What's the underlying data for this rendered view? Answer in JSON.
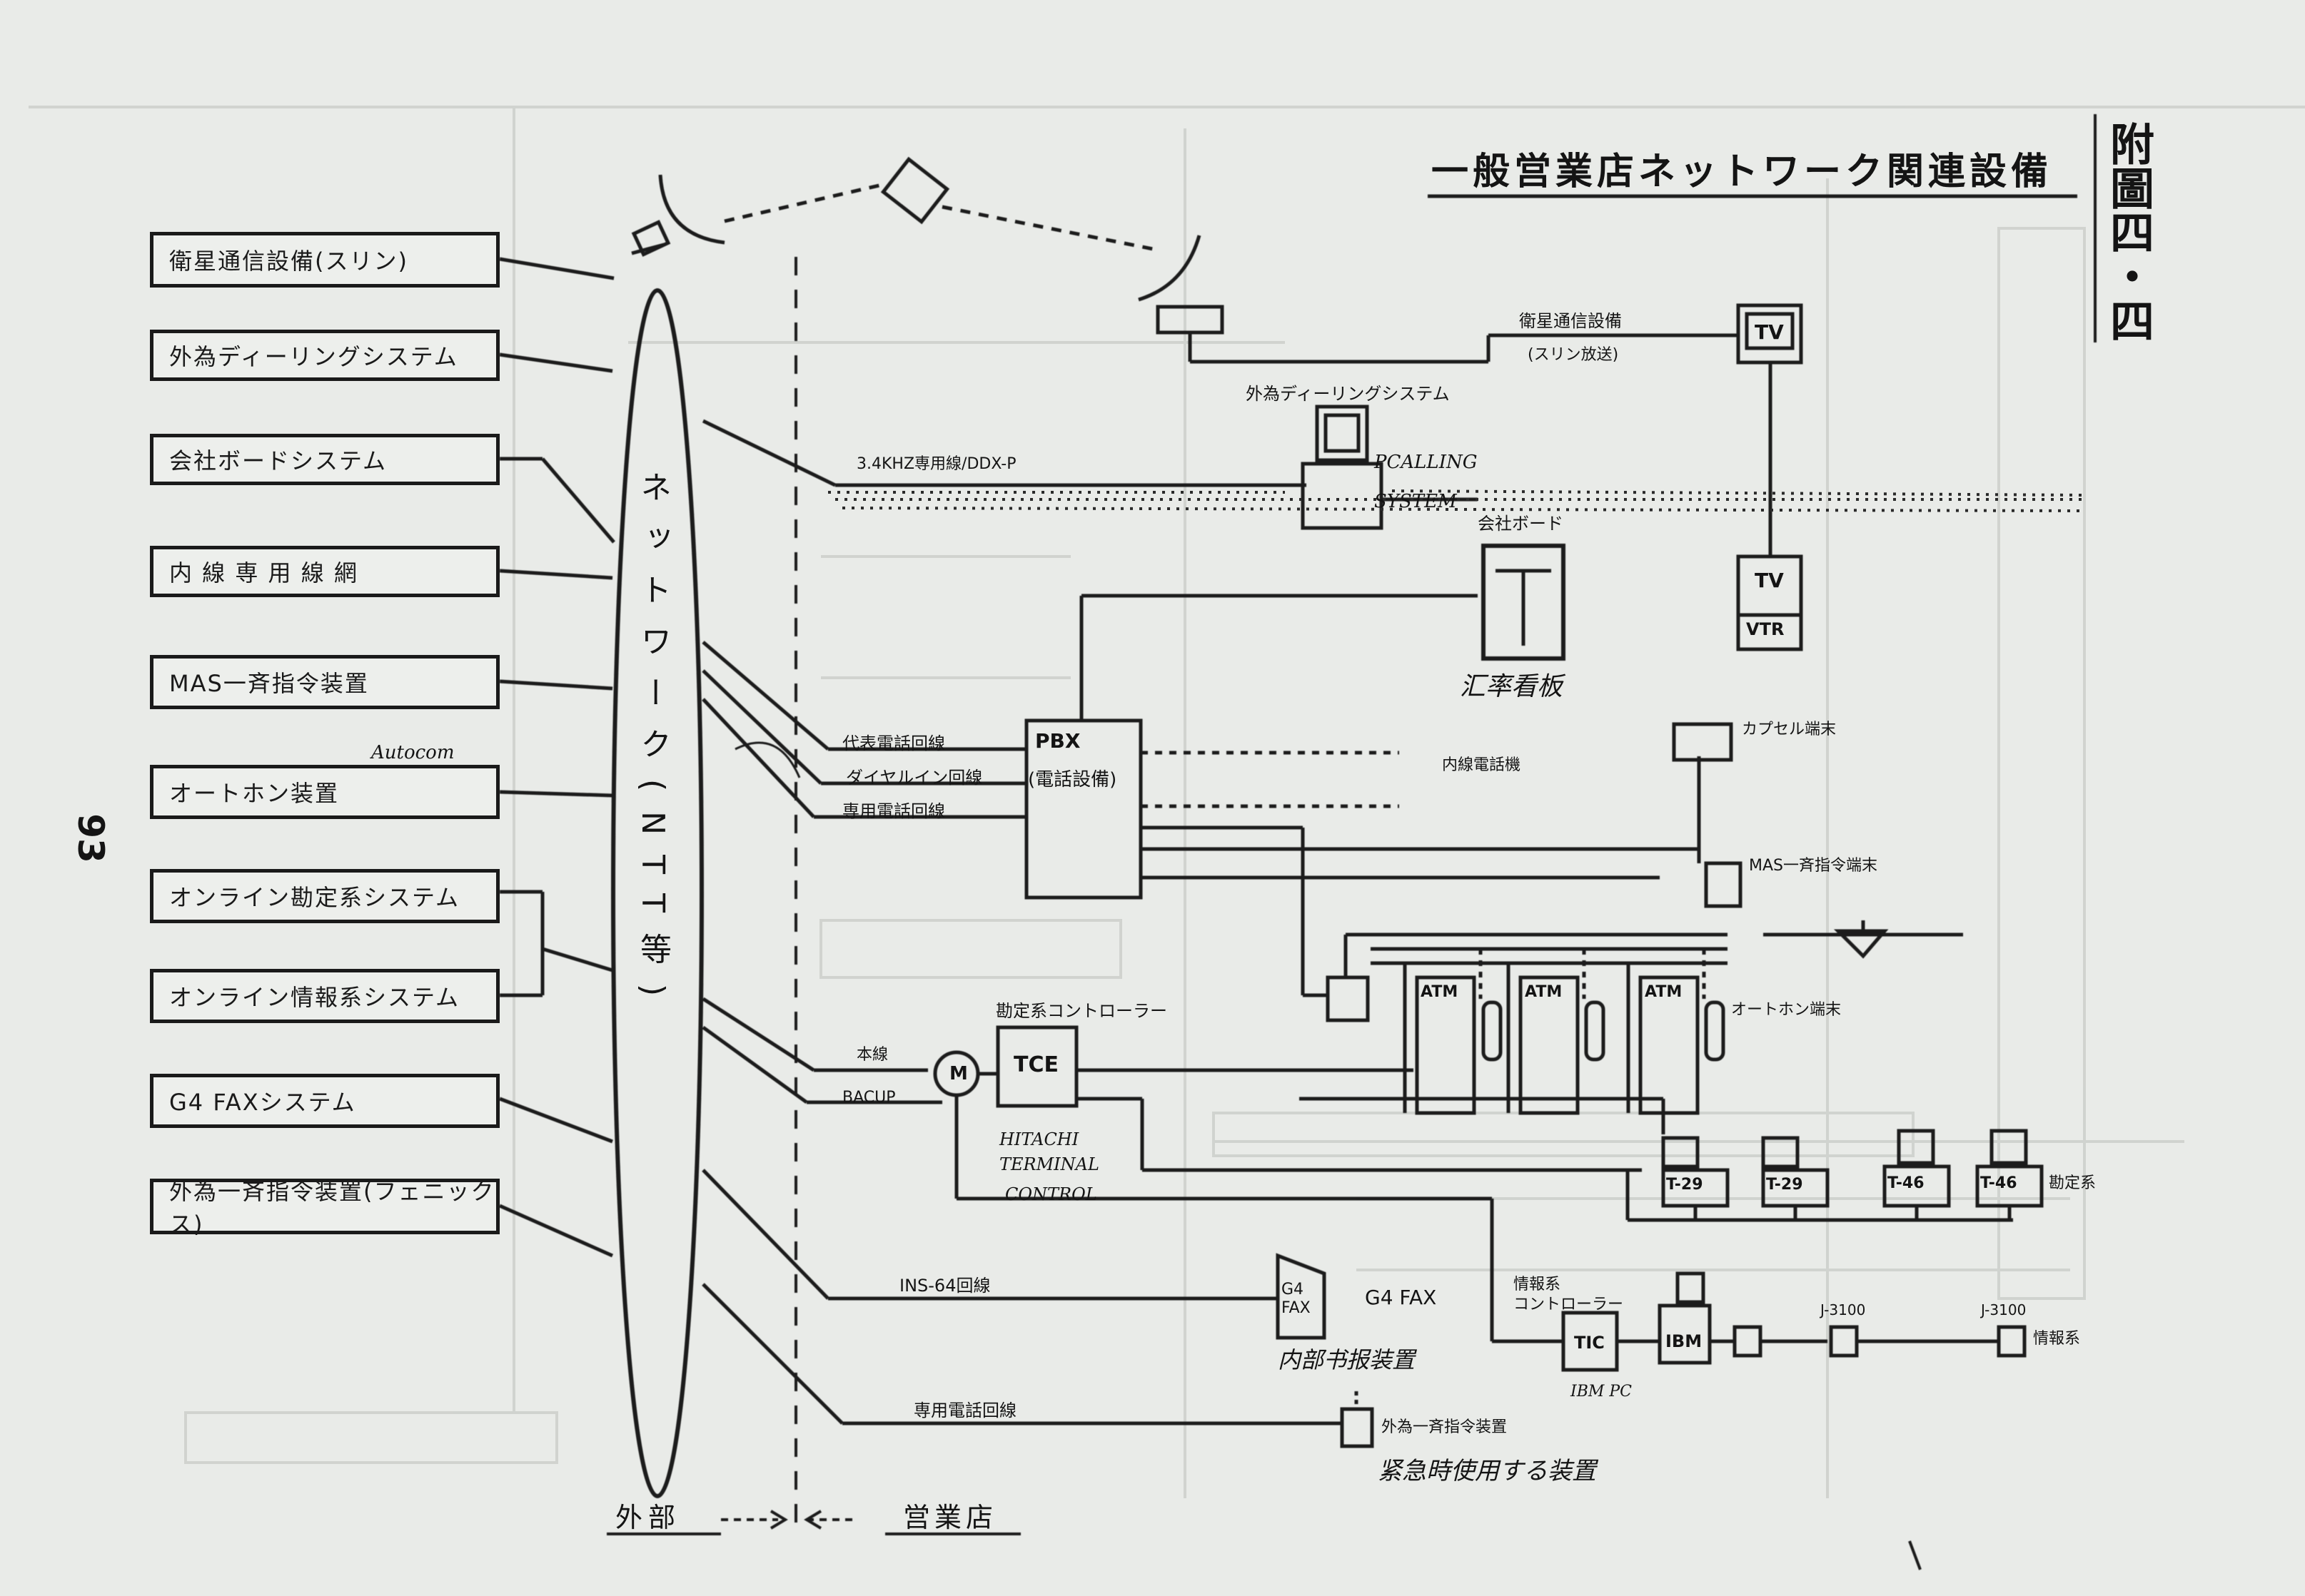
{
  "title": "一般営業店ネットワーク関連設備",
  "appendix_label": "附圖四・四",
  "page_number": "93",
  "left_systems": [
    "衛星通信設備(スリン)",
    "外為ディーリングシステム",
    "会社ボードシステム",
    "内 線 専 用 線 網",
    "MAS一斉指令装置",
    "オートホン装置",
    "オンライン勘定系システム",
    "オンライン情報系システム",
    "G4 FAXシステム",
    "外為一斉指令装置(フェニックス)"
  ],
  "network_label": "ネットワーク(NTT等)",
  "footer": {
    "outside": "外部",
    "branch": "営業店"
  },
  "lines": {
    "sat_equipment": "衛星通信設備",
    "sat_sub": "(スリン放送)",
    "dealing": "外為ディーリングシステム",
    "ddx": "3.4KHZ専用線/DDX-P",
    "rep_line": "代表電話回線",
    "dialin_line": "ダイヤルイン回線",
    "dedicated_phone": "専用電話回線",
    "ext_phone": "内線電話機",
    "honsen": "本線",
    "backup": "BACUP",
    "ins64": "INS-64回線",
    "ded_line2": "専用電話回線"
  },
  "devices": {
    "tv": "TV",
    "vtr": "VTR",
    "pbx": "PBX",
    "pbx_sub": "(電話設備)",
    "board": "会社ボード",
    "capsule": "カプセル端末",
    "mas_term": "MAS一斉指令端末",
    "atm": "ATM",
    "autophone_term": "オートホン端末",
    "acct_ctrl": "勘定系コントローラー",
    "tce": "TCE",
    "modem": "M",
    "t29": "T-29",
    "t46": "T-46",
    "acct_term": "勘定系",
    "info_ctrl_1": "情報系",
    "info_ctrl_2": "コントローラー",
    "tic": "TIC",
    "ibm": "IBM",
    "j3100": "J-3100",
    "info_term": "情報系",
    "g4fax_box": "G4 FAX",
    "g4fax": "G4 FAX",
    "fx_cmd": "外為一斉指令装置"
  },
  "handwritten": {
    "pcalling": "PCALLING",
    "system": "SYSTEM",
    "autocom": "Autocom",
    "hitachi_1": "HITACHI",
    "hitachi_2": "TERMINAL",
    "hitachi_3": "CONTROL",
    "board_note": "汇率看板",
    "fax_note": "内部书报装置",
    "fx_note": "紧急時使用する装置",
    "ibm_note": "IBM PC"
  },
  "colors": {
    "paper": "#e9ebe8",
    "ink": "#1a1a1a"
  }
}
